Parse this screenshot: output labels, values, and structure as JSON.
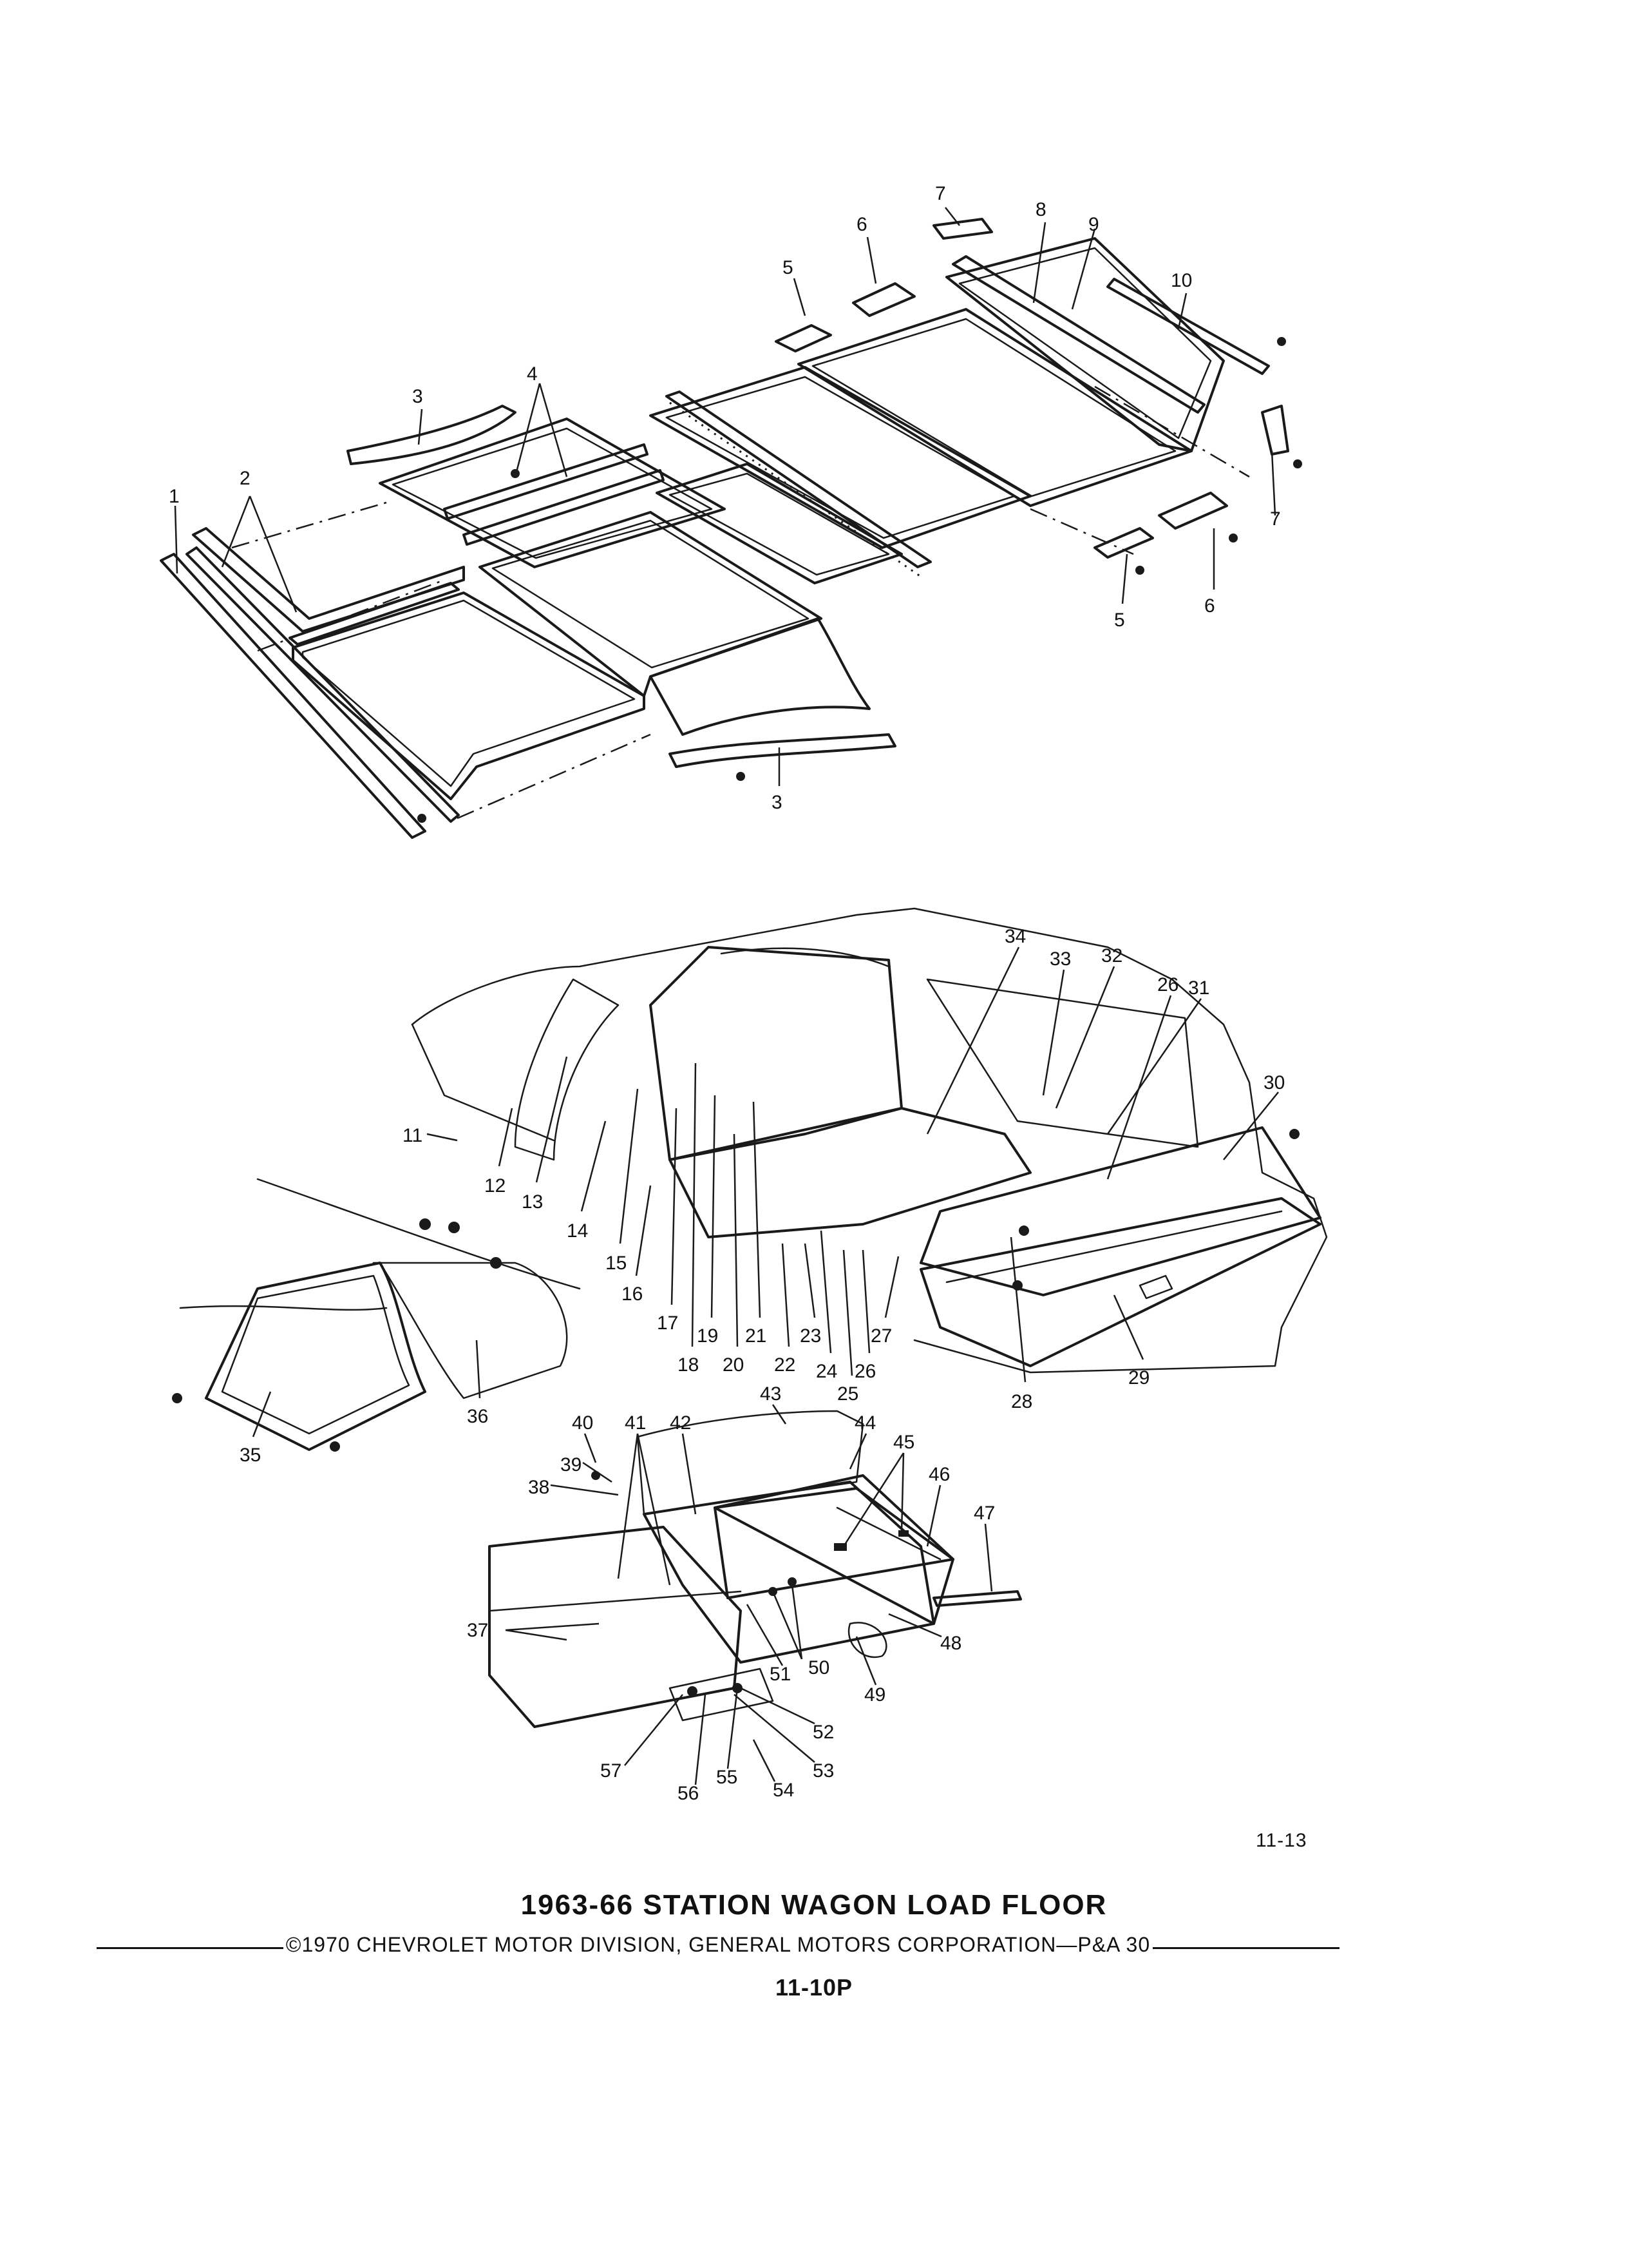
{
  "figure_code": "11-13",
  "title": "1963-66 STATION WAGON LOAD FLOOR",
  "copyright": "©1970 CHEVROLET MOTOR DIVISION, GENERAL MOTORS CORPORATION—P&A 30",
  "page_number": "11-10P",
  "callouts": {
    "c1": "1",
    "c2": "2",
    "c3a": "3",
    "c3b": "3",
    "c4": "4",
    "c5a": "5",
    "c5b": "5",
    "c6a": "6",
    "c6b": "6",
    "c7a": "7",
    "c7b": "7",
    "c8": "8",
    "c9": "9",
    "c10": "10",
    "c11": "11",
    "c12": "12",
    "c13": "13",
    "c14": "14",
    "c15": "15",
    "c16": "16",
    "c17": "17",
    "c18": "18",
    "c19": "19",
    "c20": "20",
    "c21": "21",
    "c22": "22",
    "c23": "23",
    "c24": "24",
    "c25": "25",
    "c26a": "26",
    "c26b": "26",
    "c27": "27",
    "c28": "28",
    "c29": "29",
    "c30": "30",
    "c31": "31",
    "c32": "32",
    "c33": "33",
    "c34": "34",
    "c35": "35",
    "c36": "36",
    "c37": "37",
    "c38": "38",
    "c39": "39",
    "c40": "40",
    "c41": "41",
    "c42": "42",
    "c43": "43",
    "c44": "44",
    "c45": "45",
    "c46": "46",
    "c47": "47",
    "c48": "48",
    "c49": "49",
    "c50": "50",
    "c51": "51",
    "c52": "52",
    "c53": "53",
    "c54": "54",
    "c55": "55",
    "c56": "56",
    "c57": "57"
  }
}
